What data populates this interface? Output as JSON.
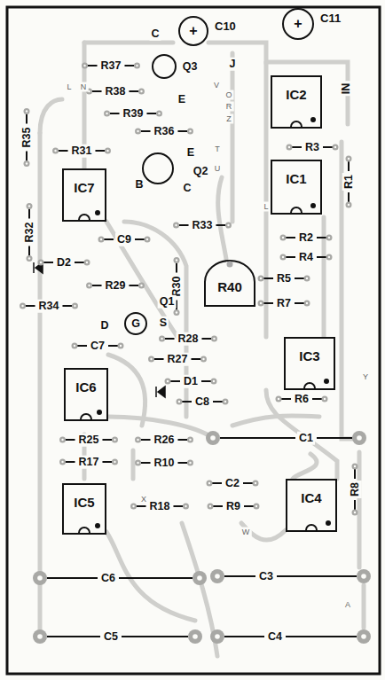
{
  "diagram": {
    "nodes": [
      {
        "text": [
          "C10",
          "+"
        ]
      },
      {
        "text": [
          "C11",
          "+"
        ]
      },
      {
        "text": [
          "IC2"
        ]
      },
      {
        "text": [
          "IC1"
        ]
      },
      {
        "text": [
          "IC7"
        ]
      },
      {
        "text": [
          "R40"
        ]
      },
      {
        "text": [
          "IC3"
        ]
      },
      {
        "text": [
          "IC6"
        ]
      },
      {
        "text": [
          "IC5"
        ]
      },
      {
        "text": [
          "IC4"
        ]
      }
    ],
    "labels": [
      "C",
      "J",
      "R37",
      "Q3",
      "E",
      "R38",
      "R39",
      "R36",
      "R31",
      "R35",
      "E",
      "B",
      "Q2",
      "C",
      "R33",
      "IN",
      "R3",
      "R1",
      "R2",
      "R4",
      "R5",
      "R7",
      "R32",
      "C9",
      "D2",
      "R30",
      "R29",
      "R34",
      "Q1",
      "D",
      "G",
      "S",
      "C7",
      "R28",
      "R27",
      "D1",
      "C8",
      "R6",
      "R25",
      "R26",
      "C1",
      "R17",
      "R10",
      "C2",
      "R9",
      "R8",
      "R18",
      "C6",
      "C3",
      "C5",
      "C4",
      "L",
      "N",
      "V",
      "O",
      "R",
      "Z",
      "T",
      "U",
      "L",
      "X",
      "Y",
      "W",
      "A"
    ]
  }
}
